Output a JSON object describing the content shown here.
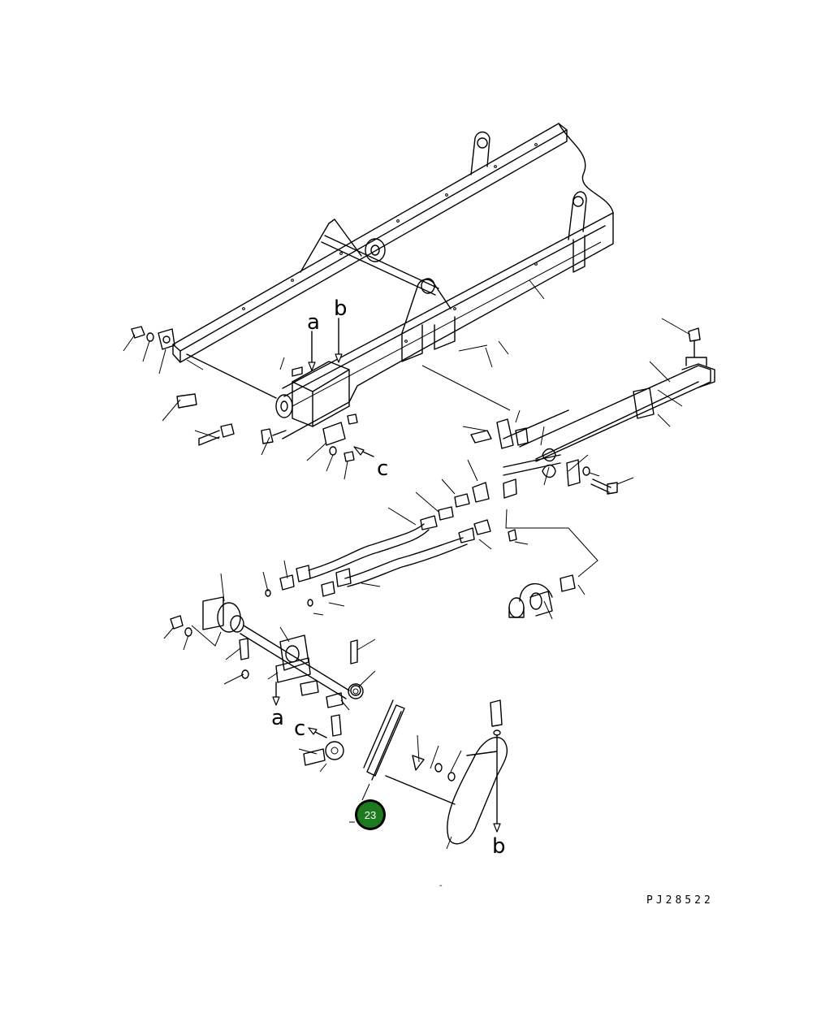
{
  "diagram": {
    "drawing_number": "PJ28522",
    "highlight_badge": {
      "label": "23",
      "fill": "#1e7a1e",
      "ring": "#000000"
    },
    "view_letters": [
      {
        "id": "a-top",
        "label": "a"
      },
      {
        "id": "b-top",
        "label": "b"
      },
      {
        "id": "c-right",
        "label": "c"
      },
      {
        "id": "a-bottom",
        "label": "a"
      },
      {
        "id": "c-bottom",
        "label": "c"
      },
      {
        "id": "b-bottom",
        "label": "b"
      }
    ],
    "footer_mark": "-"
  }
}
